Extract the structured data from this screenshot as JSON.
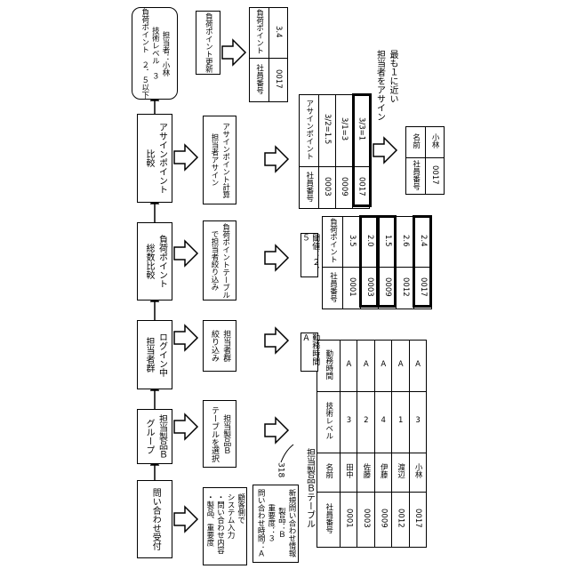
{
  "flow": {
    "step1": "問い合わせ受付",
    "step2_line1": "担当製品Ｂ",
    "step2_line2": "グループ",
    "step3_line1": "ログイン中",
    "step3_line2": "担当者群",
    "step4_line1": "負荷ポイント",
    "step4_line2": "総数比較",
    "step5_line1": "アサインポイント",
    "step5_line2": "比較",
    "result_line1": "担当者：小林",
    "result_line2": "技術レベル　３",
    "result_line3": "負荷ポイント　２．５以下"
  },
  "actions": {
    "a1_line1": "顧客側で",
    "a1_line2": "システム入力",
    "a1_line3": "・問い合わせ内容",
    "a1_line4": "・製品、重要度",
    "a2_line1": "担当製品Ｂ",
    "a2_line2": "テーブルを選択",
    "a3_line1": "担当者群",
    "a3_line2": "絞り込み",
    "a4_line1": "負荷ポイントテーブル",
    "a4_line2": "で担当者絞り込み",
    "a5_line1": "アサインポイント計算",
    "a5_line2": "担当者アサイン",
    "a6": "負荷ポイント更新"
  },
  "inquiry_info": {
    "title": "新規問い合わせ情報",
    "product": "製品：Ｂ",
    "importance": "重要度：３",
    "time": "問い合わせ時間：Ａ"
  },
  "product_table": {
    "title": "担当製品Ｂテーブル",
    "ref": "318",
    "headers": [
      "社員番号",
      "名前",
      "技術レベル",
      "勤務時間"
    ],
    "rows": [
      [
        "0001",
        "田中",
        "3",
        "A"
      ],
      [
        "0003",
        "佐藤",
        "2",
        "A"
      ],
      [
        "0009",
        "伊藤",
        "4",
        "A"
      ],
      [
        "0012",
        "渡辺",
        "1",
        "A"
      ],
      [
        "0017",
        "小林",
        "3",
        "A"
      ]
    ]
  },
  "work_time_label": "勤務時間Ａ",
  "load_table": {
    "threshold": "閾値：２．５",
    "headers": [
      "社員番号",
      "負荷ポイント"
    ],
    "rows": [
      [
        "0001",
        "3.5"
      ],
      [
        "0003",
        "2.0"
      ],
      [
        "0009",
        "1.5"
      ],
      [
        "0012",
        "2.6"
      ],
      [
        "0017",
        "2.4"
      ]
    ]
  },
  "assign_table": {
    "headers": [
      "社員番号",
      "アサインポイント"
    ],
    "rows": [
      [
        "0003",
        "3/2=1.5"
      ],
      [
        "0009",
        "3/1=3"
      ],
      [
        "0017",
        "3/3=1"
      ]
    ]
  },
  "closest_label_line1": "最も１に近い",
  "closest_label_line2": "担当者をアサイン",
  "assigned_table": {
    "headers": [
      "社員番号",
      "名前"
    ],
    "rows": [
      [
        "0017",
        "小林"
      ]
    ]
  },
  "updated_table": {
    "headers": [
      "社員番号",
      "負荷ポイント"
    ],
    "rows": [
      [
        "0017",
        "3.4"
      ]
    ]
  }
}
